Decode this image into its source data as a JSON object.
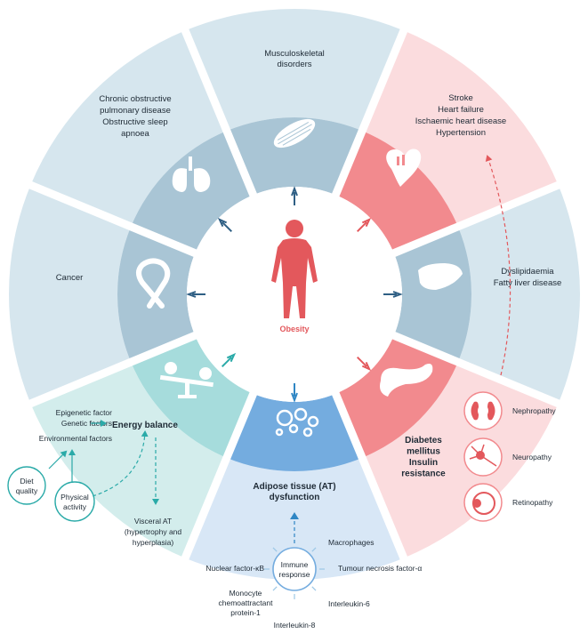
{
  "center": {
    "label": "Obesity"
  },
  "sectors": {
    "musculoskeletal": {
      "lines": [
        "Musculoskeletal",
        "disorders"
      ]
    },
    "cardio": {
      "lines": [
        "Stroke",
        "Heart failure",
        "Ischaemic heart disease",
        "Hypertension"
      ]
    },
    "liver": {
      "lines": [
        "Dyslipidaemia",
        "Fatty liver disease"
      ]
    },
    "diabetes": {
      "lines": [
        "Diabetes",
        "mellitus",
        "Insulin",
        "resistance"
      ]
    },
    "adipose": {
      "lines": [
        "Adipose tissue (AT)",
        "dysfunction"
      ]
    },
    "cancer": {
      "lines": [
        "Cancer"
      ]
    },
    "pulmonary": {
      "lines": [
        "Chronic obstructive",
        "pulmonary disease",
        "Obstructive sleep",
        "apnoea"
      ]
    }
  },
  "complications": {
    "nephropathy": "Nephropathy",
    "neuropathy": "Neuropathy",
    "retinopathy": "Retinopathy"
  },
  "energy": {
    "epigenetic": "Epigenetic factor",
    "genetic": "Genetic factors",
    "environmental": "Environmental factors",
    "balance": "Energy balance",
    "diet": [
      "Diet",
      "quality"
    ],
    "physical": [
      "Physical",
      "activity"
    ],
    "visceral": [
      "Visceral AT",
      "(hypertrophy and",
      "hyperplasia)"
    ]
  },
  "immune": {
    "center": [
      "Immune",
      "response"
    ],
    "macrophages": "Macrophages",
    "nfkb": "Nuclear factor-κB",
    "tnf": "Tumour necrosis factor-α",
    "mcp": [
      "Monocyte",
      "chemoattractant",
      "protein-1"
    ],
    "il6": "Interleukin-6",
    "il8": "Interleukin-8"
  },
  "colors": {
    "blue_outer": "#d6e6ee",
    "blue_inner": "#a9c5d5",
    "red_outer": "#fbdcde",
    "red_inner": "#f28a8e",
    "teal_outer": "#d3edec",
    "teal_inner": "#a6dcdc",
    "adipose_outer": "#d8e7f6",
    "adipose_inner": "#74acdf",
    "arrow_blue": "#2f5f84",
    "arrow_red": "#e3585c",
    "arrow_teal": "#2aaaa8",
    "arrow_adipose": "#2f86c4"
  }
}
